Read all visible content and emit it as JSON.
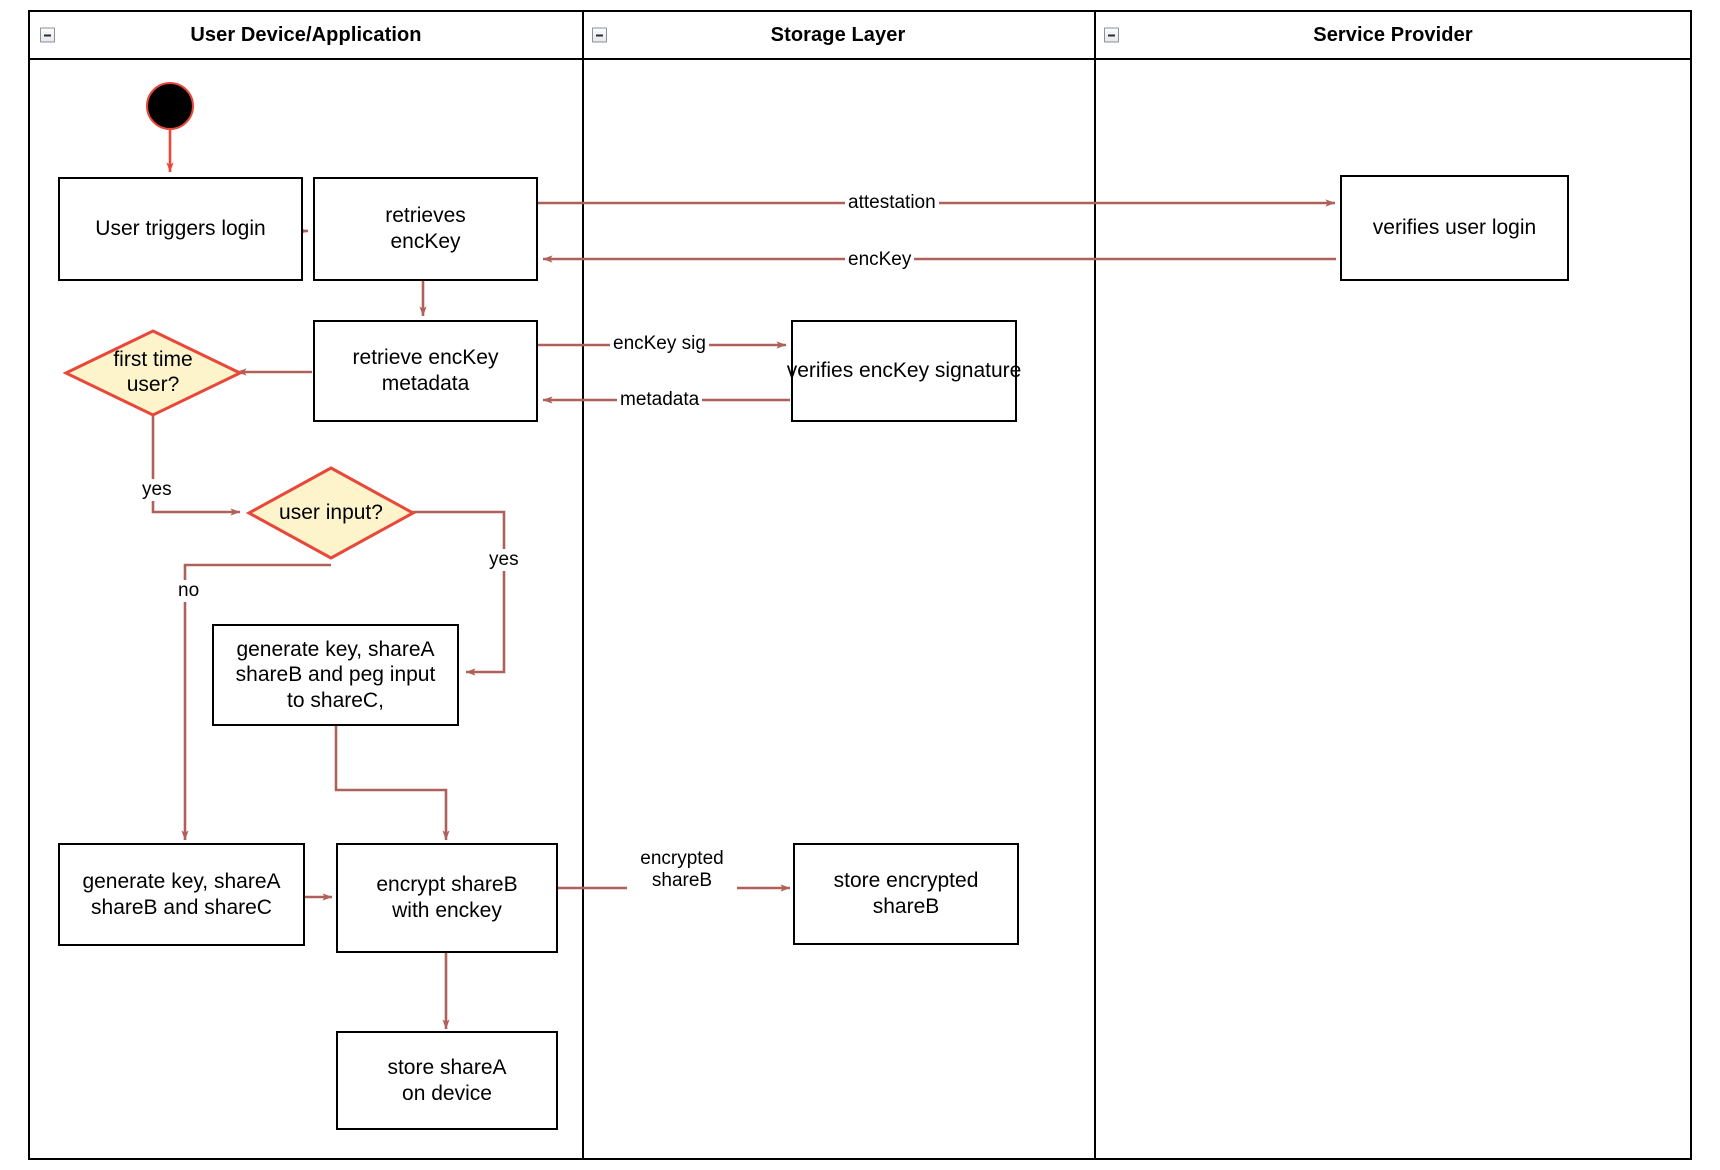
{
  "diagram": {
    "type": "uml-activity-swimlane",
    "colors": {
      "edge": "#b0605a",
      "decision_fill": "#fdf4cc",
      "decision_stroke": "#e8483a",
      "node_stroke": "#000000",
      "start_fill": "#000000",
      "start_stroke": "#e8483a",
      "lane_stroke": "#000000",
      "background": "#ffffff"
    }
  },
  "lanes": [
    {
      "id": "user-device",
      "title": "User Device/Application",
      "collapse_icon": "collapse-minus-icon"
    },
    {
      "id": "storage-layer",
      "title": "Storage Layer",
      "collapse_icon": "collapse-minus-icon"
    },
    {
      "id": "service-provider",
      "title": "Service Provider",
      "collapse_icon": "collapse-minus-icon"
    }
  ],
  "nodes": {
    "start": {
      "kind": "initial-node",
      "label": ""
    },
    "user_triggers_login": {
      "kind": "activity",
      "label": "User triggers login"
    },
    "retrieves_enckey": {
      "kind": "activity",
      "label": "retrieves\nencKey",
      "line1": "retrieves",
      "line2": "encKey"
    },
    "verifies_user_login": {
      "kind": "activity",
      "label": "verifies user login"
    },
    "retrieve_enckey_metadata": {
      "kind": "activity",
      "line1": "retrieve encKey",
      "line2": "metadata"
    },
    "verifies_enckey_signature": {
      "kind": "activity",
      "label": "verifies encKey signature"
    },
    "first_time_user": {
      "kind": "decision",
      "line1": "first time",
      "line2": "user?"
    },
    "user_input": {
      "kind": "decision",
      "label": "user input?"
    },
    "generate_peg": {
      "kind": "activity",
      "line1": "generate key, shareA",
      "line2": "shareB and peg input",
      "line3": "to shareC,"
    },
    "generate_shares": {
      "kind": "activity",
      "line1": "generate key, shareA",
      "line2": "shareB and shareC"
    },
    "encrypt_shareb": {
      "kind": "activity",
      "line1": "encrypt shareB",
      "line2": "with enckey"
    },
    "store_encrypted_shareb": {
      "kind": "activity",
      "line1": "store encrypted",
      "line2": "shareB"
    },
    "store_sharea": {
      "kind": "activity",
      "line1": "store shareA",
      "line2": "on device"
    }
  },
  "edge_labels": {
    "attestation": "attestation",
    "enckey": "encKey",
    "enckey_sig": "encKey sig",
    "metadata": "metadata",
    "first_time_yes": "yes",
    "user_input_yes": "yes",
    "user_input_no": "no",
    "encrypted_shareb_1": "encrypted",
    "encrypted_shareb_2": "shareB"
  }
}
